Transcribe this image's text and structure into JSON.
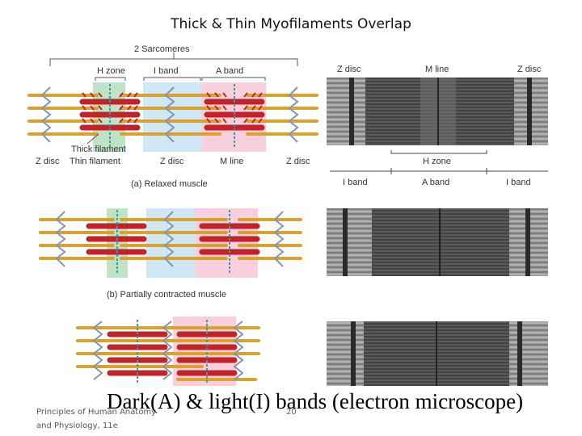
{
  "slide": {
    "title": "Thick & Thin Myofilaments Overlap",
    "caption": "Dark(A) & light(I) bands (electron microscope)",
    "footer_line1": "Principles of Human Anatomy",
    "footer_line2": "and Physiology, 11e",
    "page_number": "20"
  },
  "diagram": {
    "sarcomeres_label": "2 Sarcomeres",
    "h_zone_label": "H zone",
    "i_band_label": "I band",
    "a_band_label": "A band",
    "thick_filament_label": "Thick filament",
    "thin_filament_label": "Thin filament",
    "z_disc_left_label": "Z disc",
    "z_disc_mid_label": "Z disc",
    "m_line_label": "M line",
    "z_disc_right_label": "Z disc",
    "panel_a_caption": "(a) Relaxed muscle",
    "panel_b_caption": "(b) Partially contracted muscle"
  },
  "micrograph": {
    "z_disc_left": "Z disc",
    "m_line": "M line",
    "z_disc_right": "Z disc",
    "h_zone": "H zone",
    "i_band_left": "I band",
    "a_band": "A band",
    "i_band_right": "I band"
  },
  "colors": {
    "h_zone": "#bfe3c6",
    "i_band": "#cfe7f7",
    "a_band": "#f8cfdc",
    "thick_filament": "#c0242a",
    "thin_filament": "#d8a32a",
    "z_disc": "#7f96b3",
    "titin": "#3a9aa0"
  }
}
